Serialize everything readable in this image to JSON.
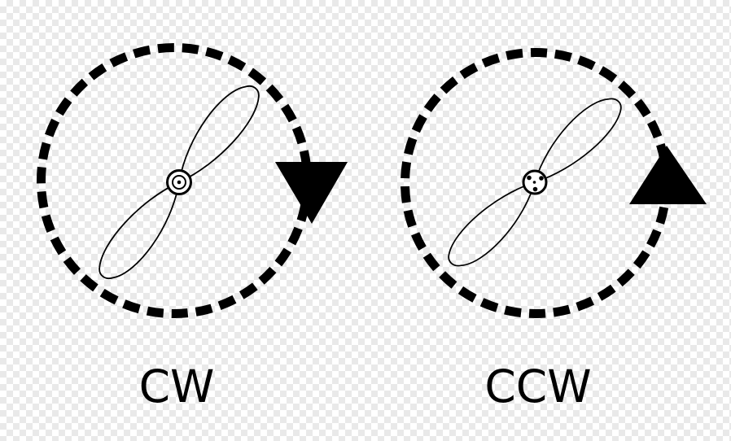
{
  "diagrams": [
    {
      "label": "CW",
      "rotation": "clockwise",
      "arrow_icon": "triangle-arrow-down",
      "hub_icon": "bullseye-hub"
    },
    {
      "label": "CCW",
      "rotation": "counter-clockwise",
      "arrow_icon": "triangle-arrow-up",
      "hub_icon": "three-bolt-hub"
    }
  ],
  "colors": {
    "ink": "#000000",
    "hub_fill": "#ffffff",
    "checker_light": "#ffffff",
    "checker_dark": "#e9e9e9"
  }
}
